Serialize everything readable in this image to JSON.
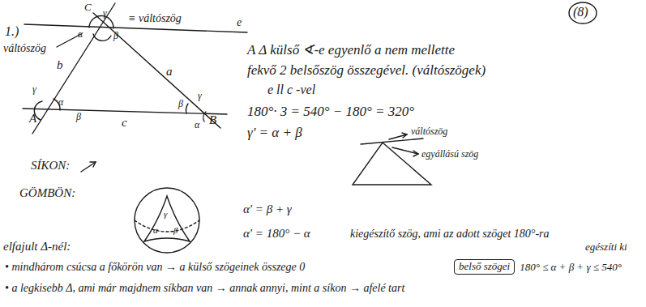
{
  "diagram": {
    "nodes": [
      {
        "text": [
          "belső szögei"
        ]
      }
    ],
    "labels": [
      "(8)",
      "1.)",
      "váltószög",
      "C",
      "γ",
      "α",
      "β",
      "≡ váltószög",
      "e",
      "b",
      "a",
      "γ",
      "α",
      "β",
      "A",
      "c",
      "β",
      "γ",
      "α",
      "B",
      "A Δ külső ∢-e egyenlő a nem mellette",
      "fekvő 2 belsőszög összegével. (váltószögek)",
      "e ll c -vel",
      "180°· 3 = 540° − 180° = 320°",
      "γ' = α + β",
      "váltószög",
      "egyállású szög",
      "SÍKON:",
      "GÖMBÖN:",
      "γ",
      "α",
      "β",
      "α' = β + γ",
      "α' = 180° − α",
      "kiegészítő szög, ami az adott szöget 180°-ra",
      "egészíti ki",
      "elfajult Δ-nél:",
      "• mindhárom csúcsa a főkörön van → a külső szögeinek összege 0",
      "180° ≤ α + β + γ ≤ 540°",
      "• a legkisebb Δ, ami már majdnem síkban van → annak annyi, mint a síkon → afelé tart"
    ]
  }
}
